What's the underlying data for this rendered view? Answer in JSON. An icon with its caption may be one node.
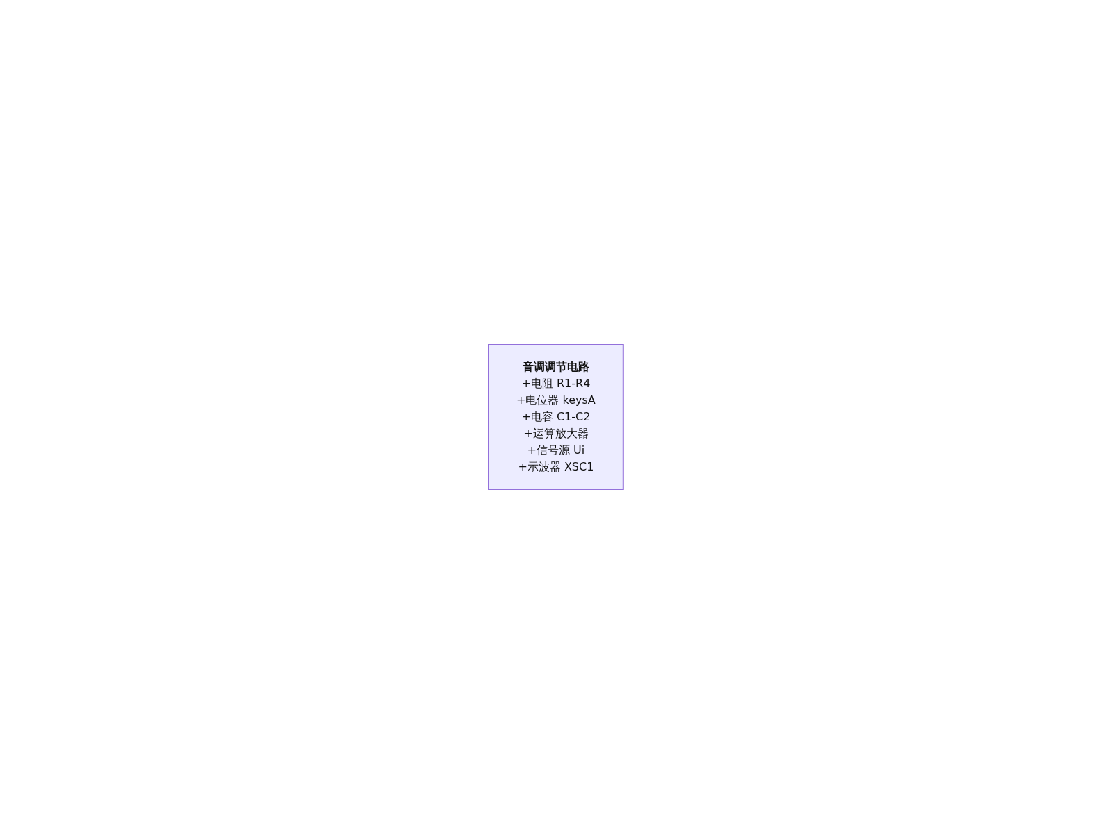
{
  "diagram": {
    "nodes": [
      {
        "text": [
          "音调调节电路",
          "+电阻 R1-R4",
          "+电位器 keysA",
          "+电容 C1-C2",
          "+运算放大器",
          "+信号源 Ui",
          "+示波器 XSC1"
        ]
      }
    ]
  }
}
